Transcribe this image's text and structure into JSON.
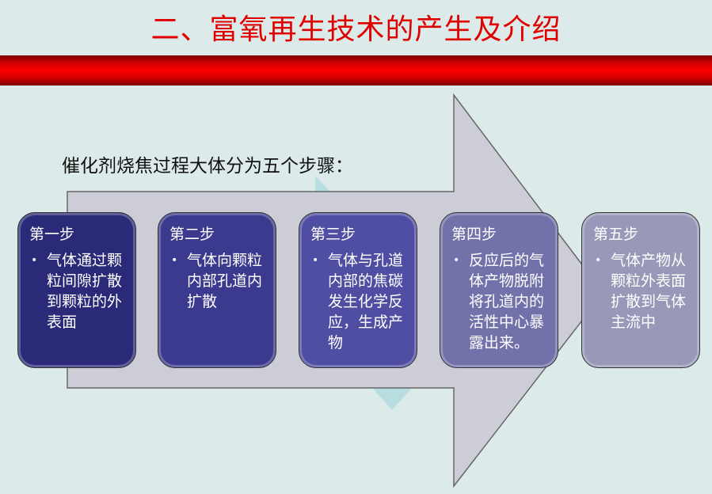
{
  "title": "二、富氧再生技术的产生及介绍",
  "subtitle": "催化剂烧焦过程大体分为五个步骤：",
  "steps": [
    {
      "head": "第一步",
      "text": "气体通过颗粒间隙扩散到颗粒的外表面",
      "color": "#2b2a78"
    },
    {
      "head": "第二步",
      "text": "气体向颗粒内部孔道内扩散",
      "color": "#3b3a8e"
    },
    {
      "head": "第三步",
      "text": "气体与孔道内部的焦碳发生化学反应，生成产物",
      "color": "#4f4ea2"
    },
    {
      "head": "第四步",
      "text": "反应后的气体产物脱附将孔道内的活性中心暴露出来。",
      "color": "#7272aa"
    },
    {
      "head": "第五步",
      "text": "气体产物从颗粒外表面扩散到气体主流中",
      "color": "#9898b8"
    }
  ]
}
